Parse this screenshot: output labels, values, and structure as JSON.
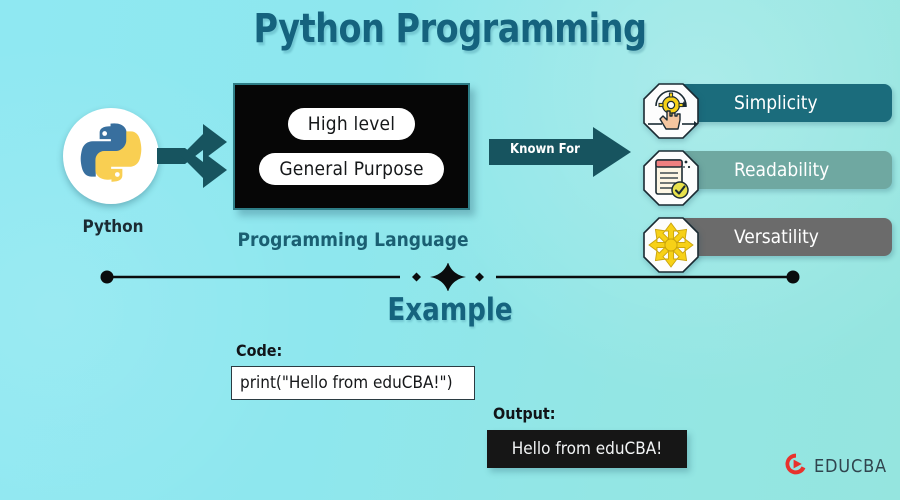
{
  "title": "Python Programming",
  "background": {
    "color_left": "#8fe8f2",
    "color_right": "#95e5df"
  },
  "python_node": {
    "icon": "python-logo-icon",
    "label": "Python",
    "circle_color": "#ffffff",
    "blue": "#386f9e",
    "yellow": "#f9cf52"
  },
  "connector": {
    "icon": "forked-double-arrow-icon",
    "color": "#17545f"
  },
  "attributes_box": {
    "background": "#060606",
    "border_color": "#2d7d86",
    "pills": [
      {
        "label": "High level"
      },
      {
        "label": "General Purpose"
      }
    ],
    "caption": "Programming Language"
  },
  "known_for_arrow": {
    "label": "Known For",
    "color": "#17545f",
    "text_color": "#ffffff"
  },
  "features": [
    {
      "label": "Simplicity",
      "bar_color": "#1b6c7c",
      "icon": "gear-hand-pointer-icon"
    },
    {
      "label": "Readability",
      "bar_color": "#6fa8a1",
      "icon": "document-checkmark-icon"
    },
    {
      "label": "Versatility",
      "bar_color": "#6b6b6b",
      "icon": "multi-direction-arrows-icon"
    }
  ],
  "divider": {
    "icon": "sparkle-divider-icon",
    "color": "#0a0c0d"
  },
  "example": {
    "heading": "Example",
    "code_label": "Code:",
    "code_text": "print(\"Hello from eduCBA!\")",
    "output_label": "Output:",
    "output_text": "Hello from eduCBA!"
  },
  "brand": {
    "icon": "educba-play-logo-icon",
    "name": "EDUCBA",
    "mark_color": "#e8322d",
    "text_color": "#30444e"
  }
}
